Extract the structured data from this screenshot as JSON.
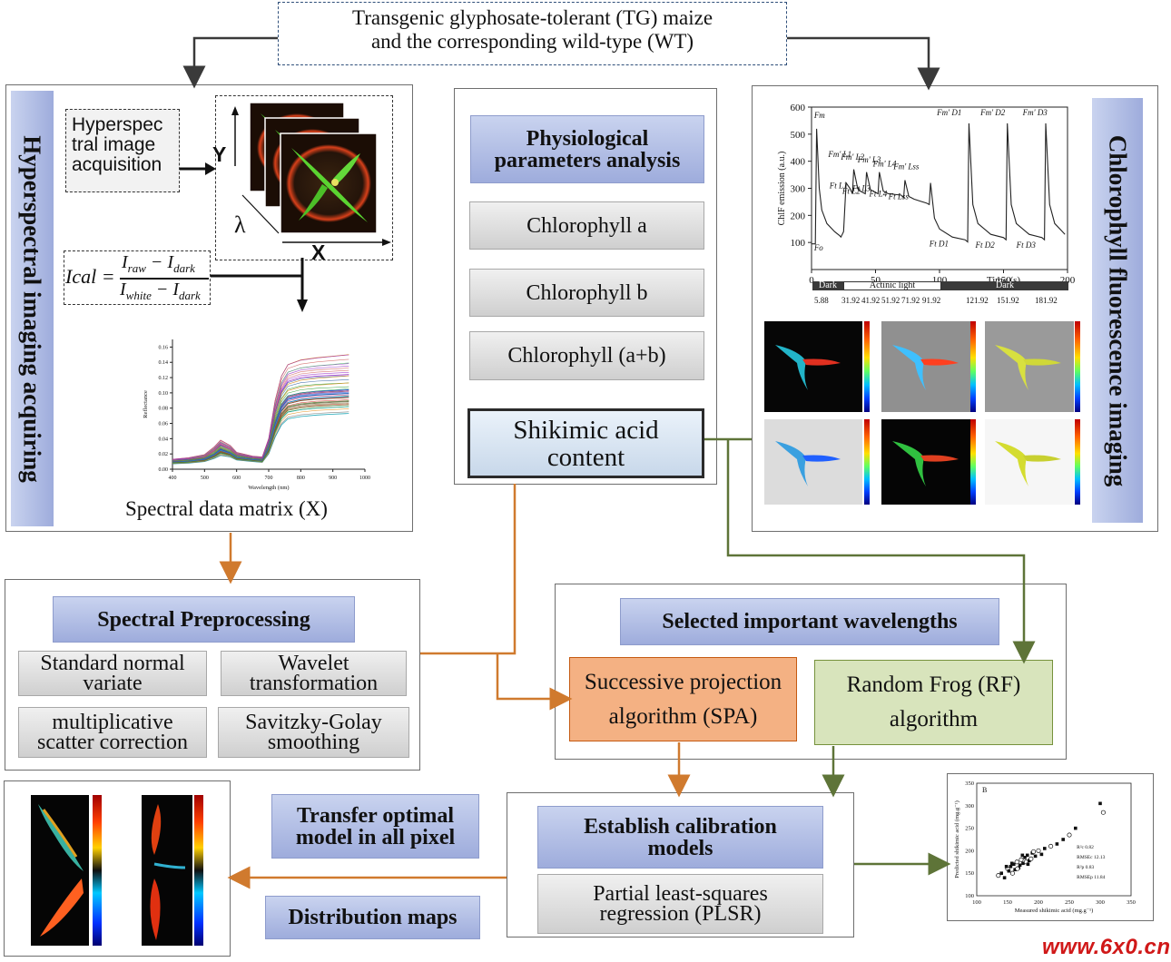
{
  "title_box": {
    "line1": "Transgenic glyphosate-tolerant (TG) maize",
    "line2": "and the corresponding wild-type (WT)"
  },
  "hyperspectral": {
    "vertical_title": "Hyperspectral imaging acquiring",
    "acq_line1": "Hyperspec",
    "acq_line2": "tral image",
    "acq_line3": "acquisition",
    "axis_y": "Y",
    "axis_x": "X",
    "axis_lambda": "λ",
    "formula": {
      "lhs": "Ical =",
      "num_a": "I",
      "num_a_sub": "raw",
      "num_b": " − I",
      "num_b_sub": "dark",
      "den_a": "I",
      "den_a_sub": "white",
      "den_b": " − I",
      "den_b_sub": "dark"
    },
    "spectra_caption": "Spectral data matrix (X)"
  },
  "physiological": {
    "header_line1": "Physiological",
    "header_line2": "parameters analysis",
    "items": [
      "Chlorophyll a",
      "Chlorophyll b",
      "Chlorophyll (a+b)"
    ],
    "shikimic_line1": "Shikimic acid",
    "shikimic_line2": "content"
  },
  "fluorescence": {
    "vertical_title": "Chlorophyll fluorescence imaging",
    "bar_labels": [
      "Dark",
      "Actinic light",
      "Dark"
    ],
    "bar_ticks": [
      "5.88",
      "31.92",
      "41.92",
      "51.92",
      "71.92",
      "91.92",
      "121.92",
      "151.92",
      "181.92"
    ]
  },
  "preprocessing": {
    "header": "Spectral Preprocessing",
    "items": [
      {
        "line1": "Standard normal",
        "line2": "variate"
      },
      {
        "line1": "Wavelet",
        "line2": "transformation"
      },
      {
        "line1": "multiplicative",
        "line2": "scatter correction"
      },
      {
        "line1": "Savitzky-Golay",
        "line2": "smoothing"
      }
    ]
  },
  "wavelengths": {
    "header": "Selected important wavelengths",
    "spa_line1": "Successive projection",
    "spa_line2": "algorithm (SPA)",
    "rf_line1": "Random Frog (RF)",
    "rf_line2": "algorithm"
  },
  "calibration": {
    "header_line1": "Establish calibration",
    "header_line2": "models",
    "plsr_line1": "Partial least-squares",
    "plsr_line2": "regression (PLSR)"
  },
  "transfer": {
    "line1": "Transfer optimal",
    "line2": "model in all pixel"
  },
  "distribution": {
    "label": "Distribution maps"
  },
  "watermark": "www.6x0.cn",
  "colors": {
    "orange_arrow": "#d07a2e",
    "green_arrow": "#5e7438",
    "blue_head": "#9eacdc",
    "spa_fill": "#f4b183",
    "rf_fill": "#d8e4bc"
  },
  "chart_data": [
    {
      "type": "line",
      "title": "",
      "xlabel": "Time (s)",
      "ylabel": "ChlF emission (a.u.)",
      "xlim": [
        0,
        200
      ],
      "ylim": [
        0,
        600
      ],
      "x_ticks": [
        "0",
        "50",
        "100",
        "150",
        "200"
      ],
      "y_ticks": [
        "100",
        "200",
        "300",
        "400",
        "500",
        "600"
      ],
      "series": [
        {
          "x": [
            0,
            3,
            4,
            6,
            8,
            12,
            18,
            22,
            23,
            25,
            27,
            30,
            32,
            33,
            36,
            38,
            40,
            42,
            43,
            46,
            48,
            50,
            52,
            53,
            56,
            58,
            60,
            70,
            72,
            73,
            76,
            78,
            80,
            90,
            92,
            93,
            96,
            100,
            110,
            120,
            122,
            123,
            126,
            130,
            140,
            150,
            152,
            153,
            156,
            160,
            170,
            180,
            182,
            183,
            186,
            190,
            198
          ],
          "values": [
            95,
            95,
            520,
            300,
            220,
            170,
            140,
            125,
            120,
            140,
            320,
            300,
            280,
            370,
            300,
            290,
            285,
            280,
            360,
            295,
            290,
            285,
            280,
            360,
            290,
            285,
            280,
            275,
            265,
            330,
            270,
            265,
            260,
            245,
            240,
            320,
            190,
            150,
            120,
            110,
            102,
            540,
            240,
            170,
            130,
            118,
            110,
            540,
            240,
            170,
            130,
            118,
            110,
            540,
            240,
            170,
            130
          ]
        }
      ],
      "annotations": [
        "Fm",
        "Fo",
        "Fm' L1",
        "Ft L1",
        "Fm' L2",
        "Ft L2",
        "Fm' L3",
        "Ft L3",
        "Fm' L4",
        "Ft L4",
        "Fm' Lss",
        "Ft Lss",
        "Fm' D1",
        "Ft D1",
        "Fm' D2",
        "Ft D2",
        "Fm' D3",
        "Ft D3"
      ]
    },
    {
      "type": "line",
      "title": "",
      "xlabel": "Wavelength (nm)",
      "ylabel": "Reflectance",
      "xlim": [
        400,
        1000
      ],
      "ylim": [
        0,
        0.17
      ],
      "x_ticks": [
        "400",
        "500",
        "600",
        "700",
        "800",
        "900",
        "1000"
      ],
      "y_ticks": [
        "0.00",
        "0.02",
        "0.04",
        "0.06",
        "0.08",
        "0.10",
        "0.12",
        "0.14",
        "0.16"
      ],
      "x": [
        400,
        450,
        500,
        530,
        550,
        580,
        600,
        650,
        680,
        700,
        720,
        740,
        760,
        800,
        850,
        900,
        950
      ],
      "series": [
        {
          "values": [
            0.01,
            0.011,
            0.014,
            0.02,
            0.027,
            0.022,
            0.016,
            0.013,
            0.012,
            0.03,
            0.062,
            0.085,
            0.096,
            0.1,
            0.102,
            0.103,
            0.104
          ]
        },
        {
          "values": [
            0.009,
            0.01,
            0.012,
            0.018,
            0.024,
            0.02,
            0.015,
            0.012,
            0.011,
            0.026,
            0.055,
            0.076,
            0.086,
            0.09,
            0.092,
            0.093,
            0.094
          ]
        },
        {
          "values": [
            0.008,
            0.009,
            0.011,
            0.016,
            0.021,
            0.018,
            0.013,
            0.011,
            0.01,
            0.023,
            0.048,
            0.066,
            0.075,
            0.078,
            0.08,
            0.081,
            0.082
          ]
        },
        {
          "values": [
            0.012,
            0.013,
            0.016,
            0.024,
            0.032,
            0.026,
            0.019,
            0.015,
            0.014,
            0.036,
            0.075,
            0.102,
            0.115,
            0.12,
            0.122,
            0.123,
            0.124
          ]
        },
        {
          "values": [
            0.013,
            0.015,
            0.019,
            0.029,
            0.038,
            0.031,
            0.022,
            0.017,
            0.016,
            0.04,
            0.09,
            0.122,
            0.137,
            0.143,
            0.146,
            0.148,
            0.15
          ]
        },
        {
          "values": [
            0.007,
            0.008,
            0.01,
            0.014,
            0.018,
            0.016,
            0.012,
            0.01,
            0.009,
            0.02,
            0.042,
            0.058,
            0.066,
            0.069,
            0.071,
            0.072,
            0.073
          ]
        }
      ]
    },
    {
      "type": "scatter",
      "panel_label": "B",
      "xlabel": "Measured shikimic acid (mg.g⁻¹)",
      "ylabel": "Predicted shikimic acid (mg.g⁻¹)",
      "xlim": [
        100,
        350
      ],
      "ylim": [
        100,
        350
      ],
      "x_ticks": [
        "100",
        "150",
        "200",
        "250",
        "300",
        "350"
      ],
      "y_ticks": [
        "100",
        "150",
        "200",
        "250",
        "300",
        "350"
      ],
      "stats": [
        "R²c 0.82",
        "RMSEc 12.13",
        "R²p 0.83",
        "RMSEp 11.84"
      ],
      "points_x": [
        135,
        140,
        145,
        150,
        152,
        155,
        158,
        160,
        162,
        165,
        168,
        170,
        172,
        175,
        178,
        180,
        182,
        185,
        188,
        190,
        195,
        200,
        205,
        210,
        220,
        230,
        240,
        250,
        260,
        300,
        305,
        148,
        157,
        166,
        174,
        183,
        192
      ],
      "points_y": [
        145,
        150,
        140,
        160,
        155,
        165,
        150,
        170,
        158,
        175,
        162,
        168,
        180,
        172,
        185,
        175,
        190,
        178,
        182,
        195,
        188,
        200,
        192,
        205,
        210,
        215,
        225,
        235,
        250,
        305,
        285,
        165,
        172,
        160,
        190,
        170,
        198
      ]
    }
  ]
}
